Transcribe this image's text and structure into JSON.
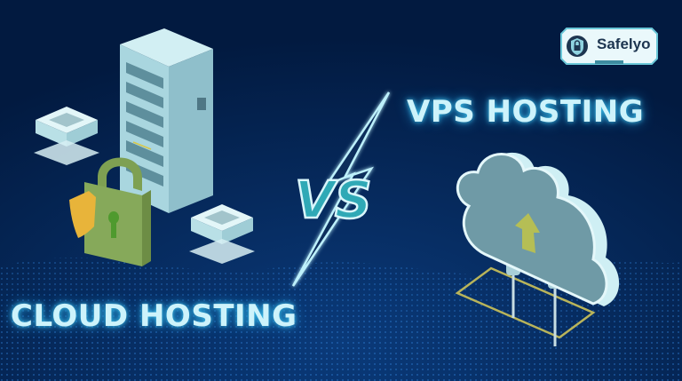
{
  "brand": {
    "name": "Safelyo",
    "icon": "shield-lock-icon"
  },
  "headlines": {
    "left": "CLOUD HOSTING",
    "right": "VPS HOSTING",
    "versus": "VS"
  },
  "illustrations": {
    "left": [
      "server-tower-icon",
      "mini-server-icon",
      "mini-server-icon",
      "padlock-icon",
      "shield-icon"
    ],
    "right": [
      "cloud-upload-icon",
      "circuit-board-outline"
    ]
  },
  "colors": {
    "background": "#021a40",
    "headline": "#cdf3fb",
    "glow": "#3fc6ee",
    "vs_fill": "#2fa9b6",
    "padlock": "#86a95a",
    "shield": "#e8b43a",
    "cloud_face": "#6f9aa6",
    "server_body": "#a9d6df",
    "board_outline": "#b9b45a"
  }
}
